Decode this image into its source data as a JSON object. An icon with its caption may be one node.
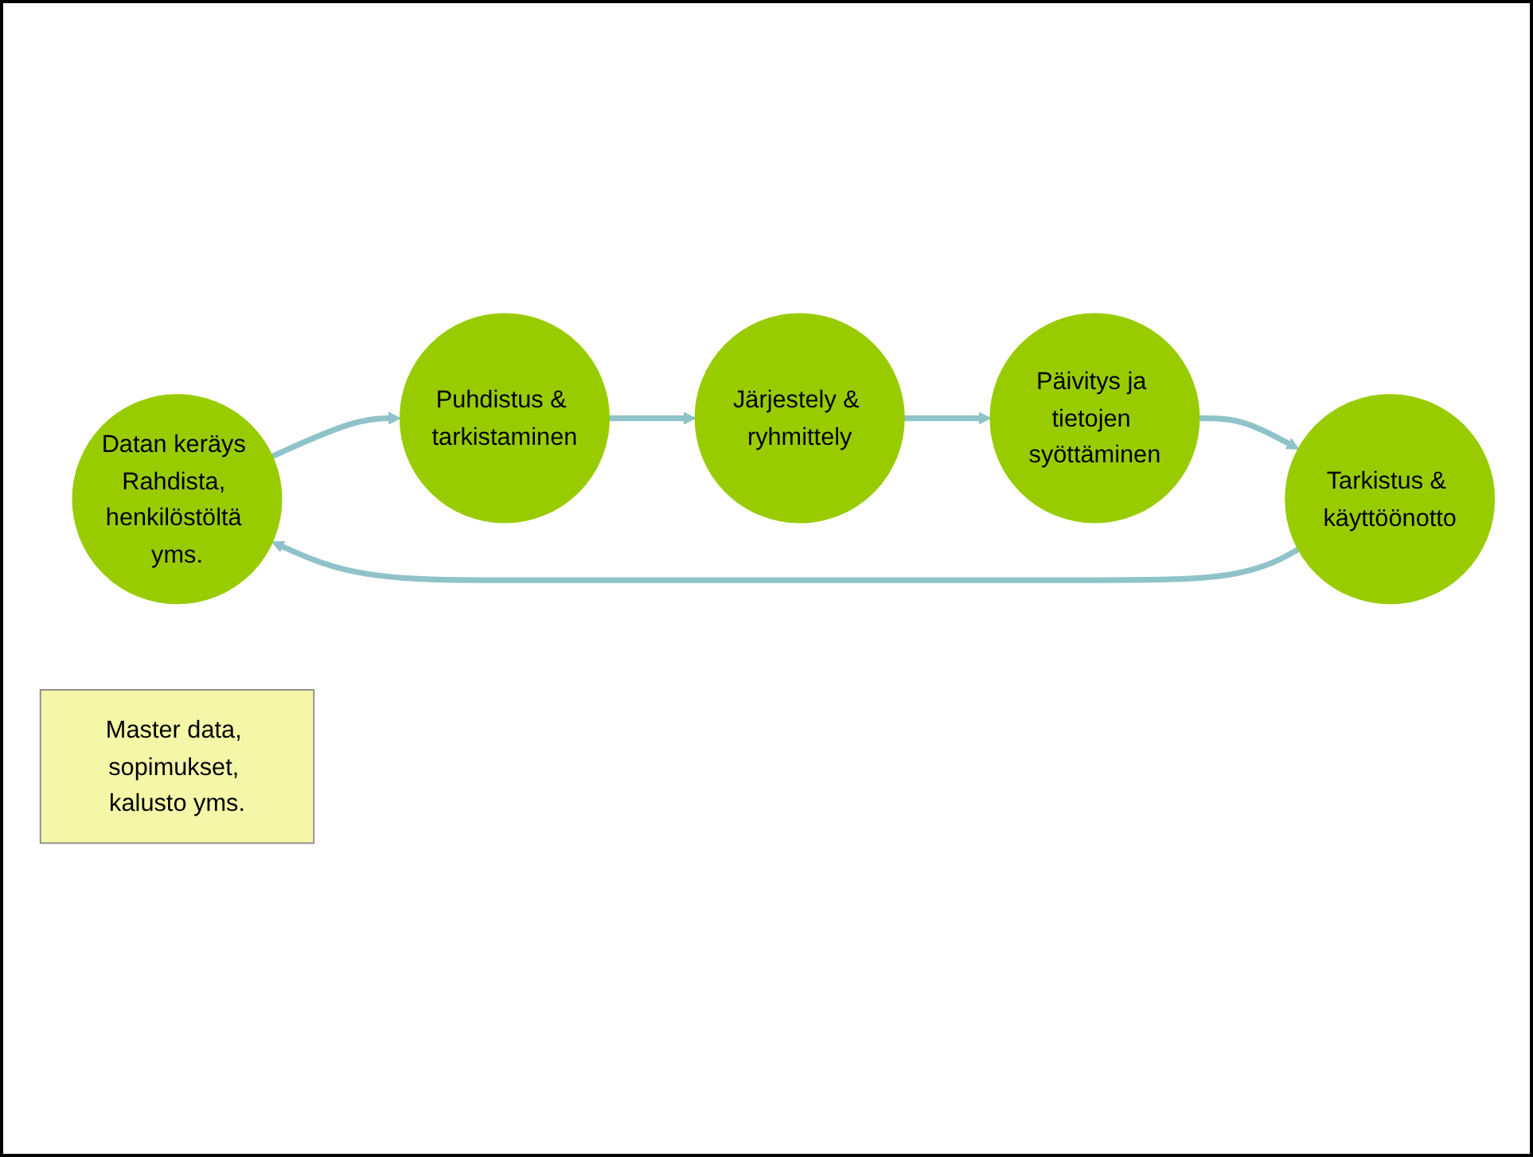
{
  "diagram": {
    "nodes": [
      {
        "text": [
          "Datan keräys Rahdista, henkilöstöltä yms."
        ]
      },
      {
        "text": [
          "Puhdistus & tarkistaminen"
        ]
      },
      {
        "text": [
          "Järjestely & ryhmittely"
        ]
      },
      {
        "text": [
          "Päivitys ja tietojen syöttäminen"
        ]
      },
      {
        "text": [
          "Tarkistus & käyttöönotto"
        ]
      },
      {
        "text": [
          "Master data, sopimukset, kalusto yms."
        ]
      }
    ],
    "edges": [
      {
        "from": 0,
        "to": 1,
        "arrow": "to"
      },
      {
        "from": 1,
        "to": 2,
        "arrow": "to"
      },
      {
        "from": 2,
        "to": 3,
        "arrow": "to"
      },
      {
        "from": 3,
        "to": 4,
        "arrow": "to"
      },
      {
        "from": 4,
        "to": 0,
        "arrow": "to"
      }
    ]
  }
}
